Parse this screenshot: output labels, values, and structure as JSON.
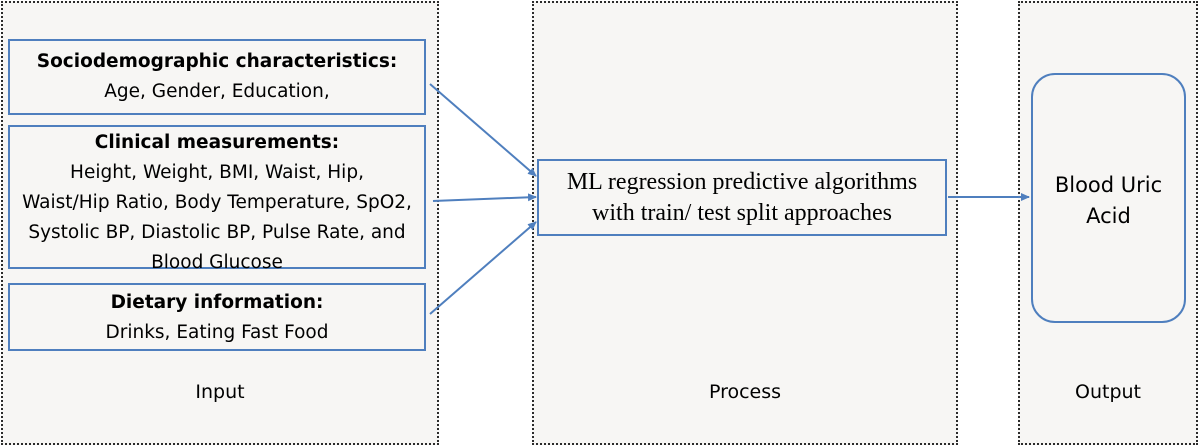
{
  "input": {
    "label": "Input",
    "sociodemographic": {
      "title": "Sociodemographic characteristics:",
      "lines": [
        "Age, Gender, Education,"
      ]
    },
    "clinical": {
      "title": "Clinical measurements:",
      "lines": [
        "Height, Weight, BMI, Waist, Hip,",
        "Waist/Hip Ratio, Body Temperature, SpO2,",
        "Systolic BP, Diastolic BP, Pulse Rate, and",
        "Blood Glucose"
      ]
    },
    "dietary": {
      "title": "Dietary information:",
      "lines": [
        "Drinks, Eating Fast Food"
      ]
    }
  },
  "process": {
    "label": "Process",
    "box_lines": [
      "ML regression predictive algorithms",
      "with train/ test split approaches"
    ]
  },
  "output": {
    "label": "Output",
    "box_text": "Blood Uric Acid"
  },
  "colors": {
    "box_border": "#4f7fbe",
    "arrow": "#4f7fbe",
    "panel_border": "#2b2b2b",
    "panel_fill": "#f7f6f4"
  }
}
